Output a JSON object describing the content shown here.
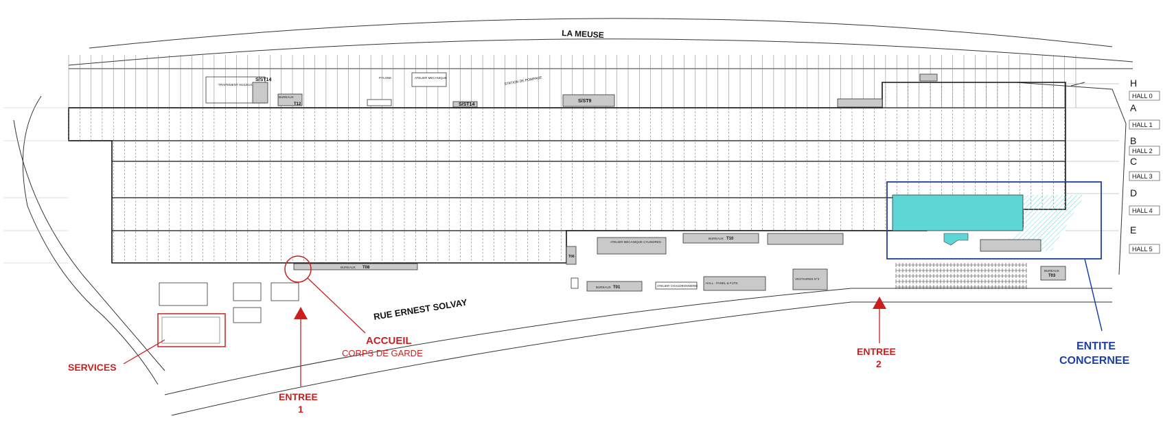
{
  "river_label": "LA MEUSE",
  "street_label": "RUE ERNEST SOLVAY",
  "rows": [
    {
      "letter": "H",
      "y": 0
    },
    {
      "letter": "A",
      "y": 1
    },
    {
      "letter": "B",
      "y": 2
    },
    {
      "letter": "C",
      "y": 3
    },
    {
      "letter": "D",
      "y": 4
    },
    {
      "letter": "E",
      "y": 5
    }
  ],
  "halls": [
    "HALL 0",
    "HALL 1",
    "HALL 2",
    "HALL 3",
    "HALL 4",
    "HALL 5"
  ],
  "annotations": {
    "accueil_title": "ACCUEIL",
    "accueil_sub": "CORPS DE GARDE",
    "services": "SERVICES",
    "entree1_title": "ENTREE",
    "entree1_num": "1",
    "entree2_title": "ENTREE",
    "entree2_num": "2",
    "entite_line1": "ENTITE",
    "entite_line2": "CONCERNEE"
  },
  "building_labels": {
    "sst14_a": "S/ST14",
    "sst14_b": "S/ST14",
    "sst9": "S/ST9",
    "t12": "T12",
    "t08": "T08",
    "t10": "T10",
    "t01": "T01",
    "t03": "T03",
    "t06": "T06",
    "bureaux_t08": "BUREAUX",
    "bureaux_t10": "BUREAUX",
    "bureaux_t01": "BUREAUX",
    "bureaux_t03": "BUREAUX",
    "bureaux_t12": "BUREAUX",
    "atelier_meca": "ATELIER MECANIQUE CYLINDRES",
    "atelier_chaud": "ATELIER CHAUDRONNERIE",
    "hall_panel": "HALL - PANEL & FUTS",
    "vestiaires": "VESTIAIRES N°3",
    "station": "STATION DE POMPAGE",
    "pylone": "PYLONE",
    "atelier_meca2": "ATELIER MECANIQUE",
    "traitement": "TRAITEMENT HUILEUX"
  },
  "colors": {
    "accent_red": "#c8201f",
    "accent_blue": "#1b3ea8",
    "highlight_cyan": "#5fd6d6",
    "line": "#333333",
    "fill_grey": "#c9c9c9"
  }
}
